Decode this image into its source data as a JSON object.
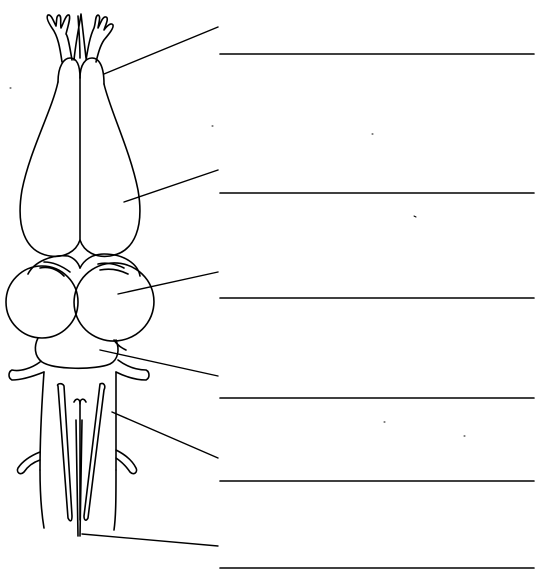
{
  "worksheet": {
    "blank_count": 6,
    "answers": [
      "",
      "",
      "",
      "",
      "",
      ""
    ]
  },
  "structures": [
    "olfactory-nerves",
    "olfactory-lobe",
    "cerebrum",
    "optic-lobe",
    "cerebellum",
    "medulla-oblongata",
    "spinal-cord",
    "cranial-nerve-left",
    "cranial-nerve-right",
    "spinal-nerve-left",
    "spinal-nerve-right"
  ]
}
